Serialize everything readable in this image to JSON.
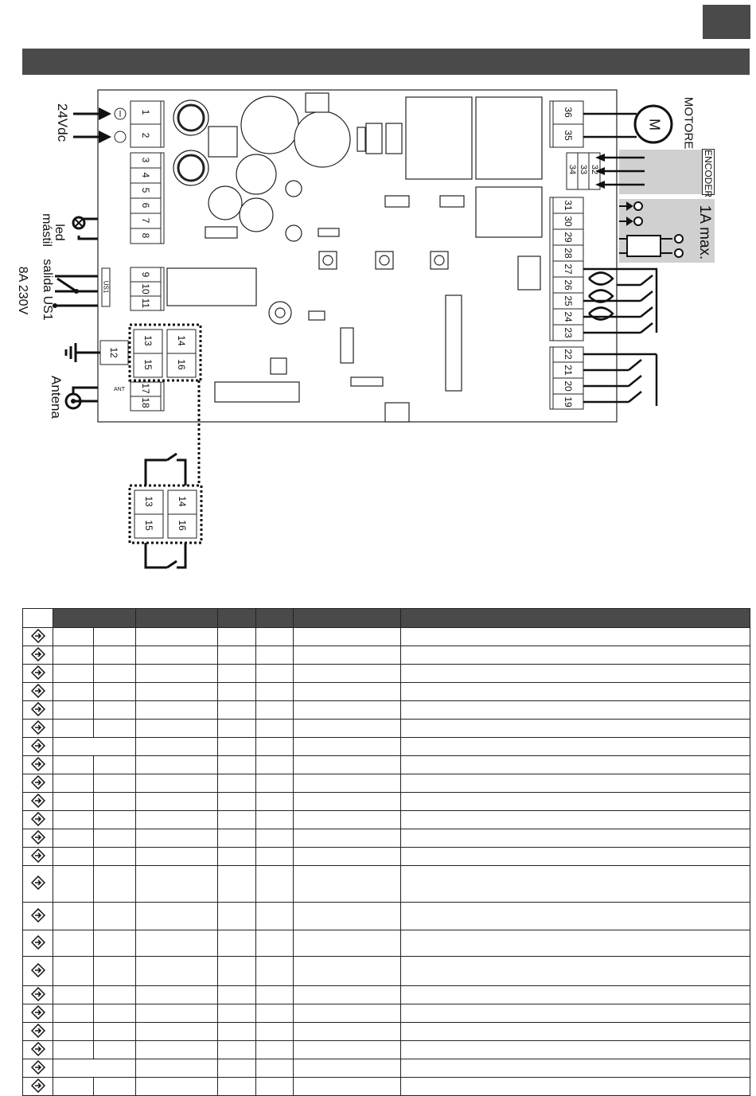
{
  "labels": {
    "v24": "24Vdc",
    "led": "led",
    "mastil": "mástil",
    "salida": "salida US1",
    "rating": "8A 230V",
    "antena": "Antena",
    "motore": "MOTORE",
    "motor_symbol": "M",
    "encoder": "ENCODER",
    "max_current": "1A max.",
    "us1": "US1",
    "ant": "ANT"
  },
  "terminals": {
    "left_top": [
      "1",
      "2"
    ],
    "left_inputs": [
      "3",
      "4",
      "5",
      "6",
      "7",
      "8"
    ],
    "relay": [
      "9",
      "10",
      "11"
    ],
    "earth": "12",
    "block": [
      "13",
      "14",
      "15",
      "16"
    ],
    "antenna": [
      "17",
      "18"
    ],
    "motor": [
      "36",
      "35"
    ],
    "encoder": [
      "34",
      "33",
      "32"
    ],
    "right_mid": [
      "31",
      "30",
      "29",
      "28",
      "27",
      "26",
      "25",
      "24",
      "23"
    ],
    "right_bottom": [
      "22",
      "21",
      "20",
      "19"
    ]
  },
  "table": {
    "row_count": 23,
    "row_icon": "diamond-arrow-icon"
  },
  "colors": {
    "header_bg": "#4a4a4a",
    "panel_gray": "#d0d0d0"
  }
}
